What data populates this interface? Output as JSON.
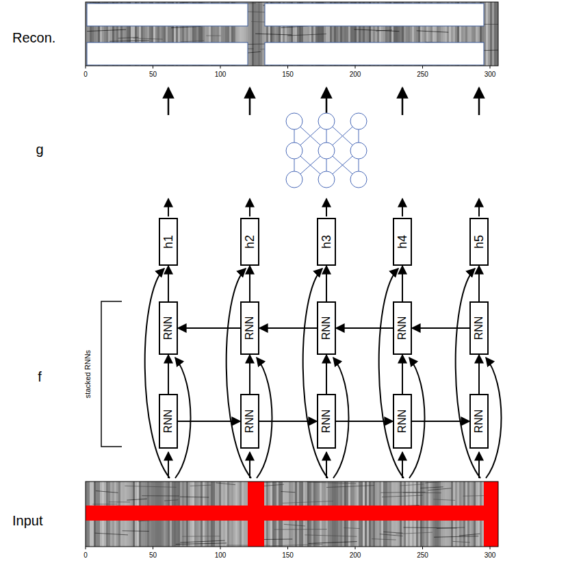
{
  "diagram": {
    "nodes": [
      {
        "text": [
          "h1"
        ]
      },
      {
        "text": [
          "h2"
        ]
      },
      {
        "text": [
          "h3"
        ]
      },
      {
        "text": [
          "h4"
        ]
      },
      {
        "text": [
          "h5"
        ]
      },
      {
        "text": [
          "RNN"
        ]
      },
      {
        "text": [
          "RNN"
        ]
      },
      {
        "text": [
          "RNN"
        ]
      },
      {
        "text": [
          "RNN"
        ]
      },
      {
        "text": [
          "RNN"
        ]
      },
      {
        "text": [
          "RNN"
        ]
      },
      {
        "text": [
          "RNN"
        ]
      },
      {
        "text": [
          "RNN"
        ]
      },
      {
        "text": [
          "RNN"
        ]
      },
      {
        "text": [
          "RNN"
        ]
      }
    ],
    "edges": [
      {
        "from": 10,
        "to": 5,
        "arrow": "to"
      },
      {
        "from": 11,
        "to": 6,
        "arrow": "to"
      },
      {
        "from": 12,
        "to": 7,
        "arrow": "to"
      },
      {
        "from": 13,
        "to": 8,
        "arrow": "to"
      },
      {
        "from": 14,
        "to": 9,
        "arrow": "to"
      },
      {
        "from": 5,
        "to": 0,
        "arrow": "to"
      },
      {
        "from": 6,
        "to": 1,
        "arrow": "to"
      },
      {
        "from": 7,
        "to": 2,
        "arrow": "to"
      },
      {
        "from": 8,
        "to": 3,
        "arrow": "to"
      },
      {
        "from": 9,
        "to": 4,
        "arrow": "to"
      },
      {
        "from": 10,
        "to": 11,
        "arrow": "to"
      },
      {
        "from": 11,
        "to": 12,
        "arrow": "to"
      },
      {
        "from": 12,
        "to": 13,
        "arrow": "to"
      },
      {
        "from": 13,
        "to": 14,
        "arrow": "to"
      },
      {
        "from": 6,
        "to": 5,
        "arrow": "to"
      },
      {
        "from": 7,
        "to": 6,
        "arrow": "to"
      },
      {
        "from": 8,
        "to": 7,
        "arrow": "to"
      },
      {
        "from": 9,
        "to": 8,
        "arrow": "to"
      }
    ],
    "labels": [
      "Recon.",
      "0",
      "50",
      "100",
      "150",
      "200",
      "250",
      "300",
      "g",
      "f",
      "stacked RNNs",
      "Input",
      "0",
      "50",
      "100",
      "150",
      "200",
      "250",
      "300"
    ]
  }
}
